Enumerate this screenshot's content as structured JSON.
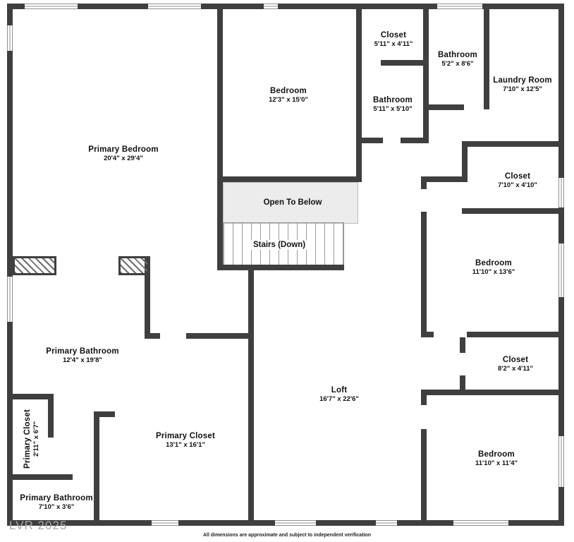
{
  "meta": {
    "watermark": "LVR 2025",
    "disclaimer": "All dimensions are approximate and subject to independent verification"
  },
  "colors": {
    "wall": "#3f3f3f",
    "open_to_below_fill": "#ececec",
    "label_text": "#111111",
    "watermark_gray": "#a8a8a8"
  },
  "annotations": {
    "open_to_below": "Open To Below",
    "stairs": "Stairs (Down)"
  },
  "rooms": [
    {
      "id": "primary-bedroom",
      "name": "Primary Bedroom",
      "dims": "20'4\" x 29'4\""
    },
    {
      "id": "bedroom-top",
      "name": "Bedroom",
      "dims": "12'3\" x 15'0\""
    },
    {
      "id": "closet-top",
      "name": "Closet",
      "dims": "5'11\" x 4'11\""
    },
    {
      "id": "bathroom-top",
      "name": "Bathroom",
      "dims": "5'2\" x 8'6\""
    },
    {
      "id": "laundry-room",
      "name": "Laundry Room",
      "dims": "7'10\" x 12'5\""
    },
    {
      "id": "bathroom-mid",
      "name": "Bathroom",
      "dims": "5'11\" x 5'10\""
    },
    {
      "id": "closet-right-upper",
      "name": "Closet",
      "dims": "7'10\" x 4'10\""
    },
    {
      "id": "bedroom-right",
      "name": "Bedroom",
      "dims": "11'10\" x 13'6\""
    },
    {
      "id": "primary-bathroom",
      "name": "Primary Bathroom",
      "dims": "12'4\" x 19'8\""
    },
    {
      "id": "closet-right-lower",
      "name": "Closet",
      "dims": "8'2\" x 4'11\""
    },
    {
      "id": "loft",
      "name": "Loft",
      "dims": "16'7\" x 22'6\""
    },
    {
      "id": "primary-closet-small",
      "name": "Primary Closet",
      "dims": "2'11\" x 6'7\""
    },
    {
      "id": "primary-closet",
      "name": "Primary Closet",
      "dims": "13'1\" x 16'1\""
    },
    {
      "id": "bedroom-bottom-right",
      "name": "Bedroom",
      "dims": "11'10\" x 11'4\""
    },
    {
      "id": "primary-bathroom-lower",
      "name": "Primary Bathroom",
      "dims": "7'10\" x 3'6\""
    }
  ]
}
